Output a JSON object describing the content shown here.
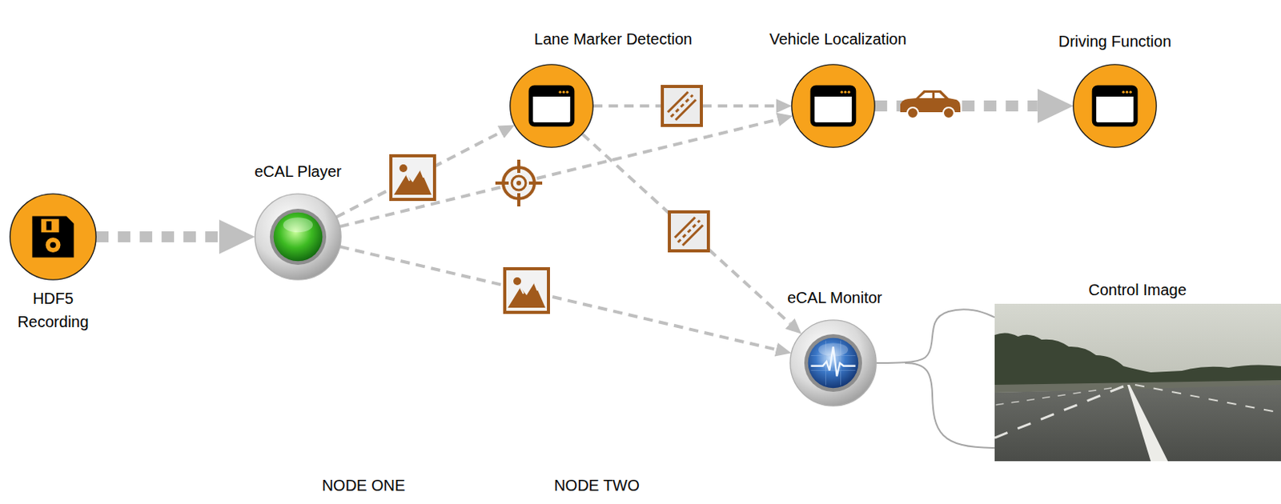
{
  "diagram": {
    "nodes": [
      {
        "text": [
          "HDF5 Recording"
        ]
      },
      {
        "text": [
          "NODE ONE"
        ]
      },
      {
        "text": [
          "eCAL Player"
        ],
        "in": 1
      },
      {
        "text": [
          "NODE TWO"
        ]
      },
      {
        "text": [
          "Lane Marker Detection"
        ],
        "in": 3
      },
      {
        "text": [
          "Vehicle Localization"
        ],
        "in": 3
      },
      {
        "text": [
          "eCAL Monitor"
        ],
        "in": 3
      },
      {
        "text": [
          "Driving Function"
        ]
      },
      {
        "text": [
          "Control Image"
        ]
      }
    ],
    "edges": [
      {
        "from": 0,
        "to": 2,
        "arrow": "to"
      },
      {
        "from": 2,
        "to": 4,
        "arrow": "to"
      },
      {
        "from": 2,
        "to": 5,
        "arrow": "to"
      },
      {
        "from": 2,
        "to": 6,
        "arrow": "to"
      },
      {
        "from": 4,
        "to": 5,
        "arrow": "to"
      },
      {
        "from": 4,
        "to": 6,
        "arrow": "to"
      },
      {
        "from": 5,
        "to": 7,
        "arrow": "to"
      },
      {
        "from": 6,
        "to": 8,
        "arrow": "none"
      }
    ]
  }
}
